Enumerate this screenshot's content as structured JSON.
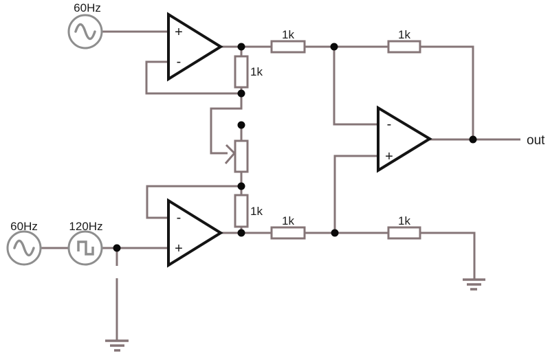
{
  "colors": {
    "background": "#ffffff",
    "wire": "#857577",
    "source": "#8e8e8e",
    "opamp": "#141414",
    "dot": "#0a0a0a",
    "text": "#1a1a1a"
  },
  "sources": {
    "top_sine": {
      "label": "60Hz",
      "waveform": "sine"
    },
    "bottom_sine": {
      "label": "60Hz",
      "waveform": "sine"
    },
    "bottom_square": {
      "label": "120Hz",
      "waveform": "square"
    }
  },
  "opamp": {
    "plus_label": "+",
    "minus_label": "-"
  },
  "resistors": {
    "top_opamp_feedback": {
      "value": "1k"
    },
    "bottom_opamp_feedback": {
      "value": "1k"
    },
    "diff_minus_input": {
      "value": "1k"
    },
    "diff_feedback": {
      "value": "1k"
    },
    "diff_plus_input": {
      "value": "1k"
    },
    "diff_plus_ground": {
      "value": "1k"
    }
  },
  "output": {
    "label": "out"
  }
}
